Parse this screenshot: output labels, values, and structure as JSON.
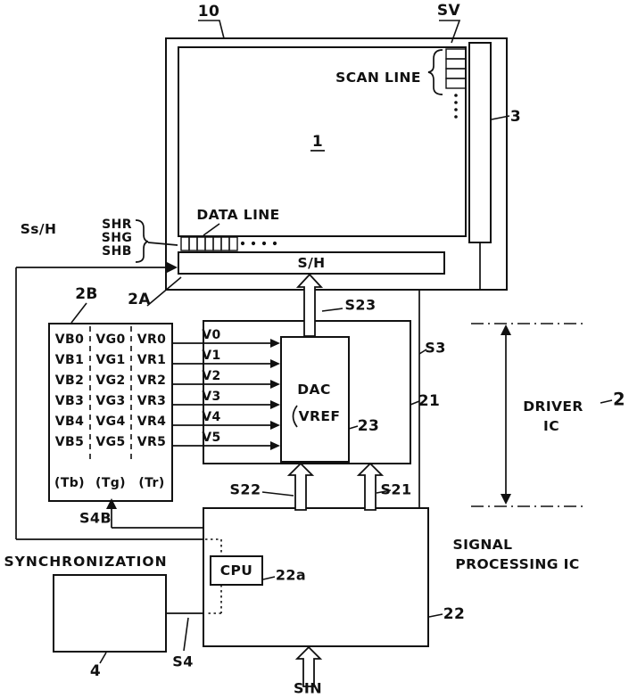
{
  "figure": {
    "panel": {
      "ref": "10",
      "sv": "SV",
      "scan_line": "SCAN LINE",
      "scan_driver_ref": "3",
      "display_ref": "1",
      "data_line": "DATA LINE",
      "sample_hold": "S/H"
    },
    "left": {
      "ssh": "Ss/H",
      "shr": "SHR",
      "shg": "SHG",
      "shb": "SHB",
      "ref_2b": "2B",
      "ref_2a": "2A",
      "s4b": "S4B",
      "synchronization": "SYNCHRONIZATION"
    },
    "driver_block": {
      "s23": "S23",
      "dac": "DAC",
      "vref": "VREF",
      "ref_23": "23",
      "ref_21": "21",
      "s3": "S3",
      "s22": "S22",
      "s21": "S21"
    },
    "right_labels": {
      "driver_ic_line1": "DRIVER",
      "driver_ic_line2": "IC",
      "ref_2": "2",
      "signal_ic_line1": "SIGNAL",
      "signal_ic_line2": "PROCESSING IC"
    },
    "bottom_block": {
      "cpu": "CPU",
      "ref_22a": "22a",
      "ref_22": "22",
      "ref_4": "4",
      "s4": "S4",
      "sin": "SIN"
    }
  },
  "voltage_table": {
    "rows": [
      [
        "VB0",
        "VG0",
        "VR0"
      ],
      [
        "VB1",
        "VG1",
        "VR1"
      ],
      [
        "VB2",
        "VG2",
        "VR2"
      ],
      [
        "VB3",
        "VG3",
        "VR3"
      ],
      [
        "VB4",
        "VG4",
        "VR4"
      ],
      [
        "VB5",
        "VG5",
        "VR5"
      ]
    ],
    "footer": [
      "(Tb)",
      "(Tg)",
      "(Tr)"
    ]
  },
  "dac_inputs": [
    "V0",
    "V1",
    "V2",
    "V3",
    "V4",
    "V5"
  ],
  "colors": {
    "ink": "#111111",
    "bg": "#ffffff"
  }
}
